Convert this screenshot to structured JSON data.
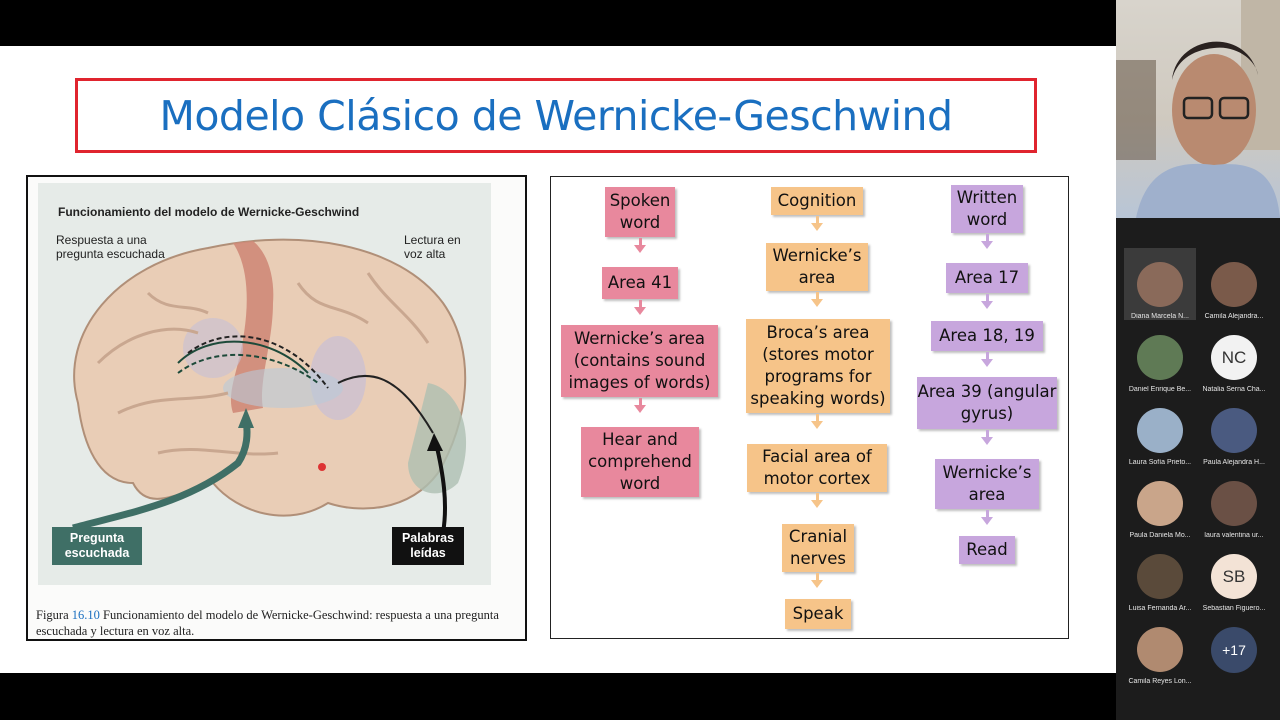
{
  "slide": {
    "title": "Modelo Clásico de Wernicke-Geschwind"
  },
  "figure": {
    "heading": "Funcionamiento del modelo de Wernicke-Geschwind",
    "label_left": "Respuesta a una pregunta escuchada",
    "label_right": "Lectura en voz alta",
    "tag_left": "Pregunta escuchada",
    "tag_right": "Palabras leídas",
    "caption_prefix": "Figura ",
    "caption_num": "16.10",
    "caption_text": " Funcionamiento del modelo de Wernicke-Geschwind: respuesta a una pregunta escuchada y lectura en voz alta."
  },
  "flowchart": {
    "col1": [
      "Spoken word",
      "Area 41",
      "Wernicke’s area (contains sound images of words)",
      "Hear and comprehend word"
    ],
    "col2": [
      "Cognition",
      "Wernicke’s area",
      "Broca’s area (stores motor programs for speaking words)",
      "Facial area of motor cortex",
      "Cranial nerves",
      "Speak"
    ],
    "col3": [
      "Written word",
      "Area 17",
      "Area 18, 19",
      "Area 39 (angular gyrus)",
      "Wernicke’s area",
      "Read"
    ],
    "colors": {
      "pink": "#e8889d",
      "orange": "#f6c489",
      "purple": "#c7a6dd"
    }
  },
  "participants": [
    {
      "name": "Diana Marcela N...",
      "initials": "",
      "color": "#8a6a5a"
    },
    {
      "name": "Camila Alejandra...",
      "initials": "",
      "color": "#7a5a4a"
    },
    {
      "name": "Daniel Enrique Be...",
      "initials": "",
      "color": "#5f7a55"
    },
    {
      "name": "Natalia Serna Cha...",
      "initials": "NC",
      "color": "#f2f2f2"
    },
    {
      "name": "Laura Sofía Prieto...",
      "initials": "",
      "color": "#9ab0c8"
    },
    {
      "name": "Paula Alejandra H...",
      "initials": "",
      "color": "#4a5a80"
    },
    {
      "name": "Paula Daniela Mo...",
      "initials": "",
      "color": "#c9a58a"
    },
    {
      "name": "laura valentina ur...",
      "initials": "",
      "color": "#6a5045"
    },
    {
      "name": "Luisa Fernanda Ar...",
      "initials": "",
      "color": "#5a4a3a"
    },
    {
      "name": "Sebastian Figuero...",
      "initials": "SB",
      "color": "#f3e3d6"
    },
    {
      "name": "Camila Reyes Lon...",
      "initials": "",
      "color": "#b08a70"
    },
    {
      "name": "",
      "initials": "+17",
      "color": "#3a4a6a"
    }
  ]
}
